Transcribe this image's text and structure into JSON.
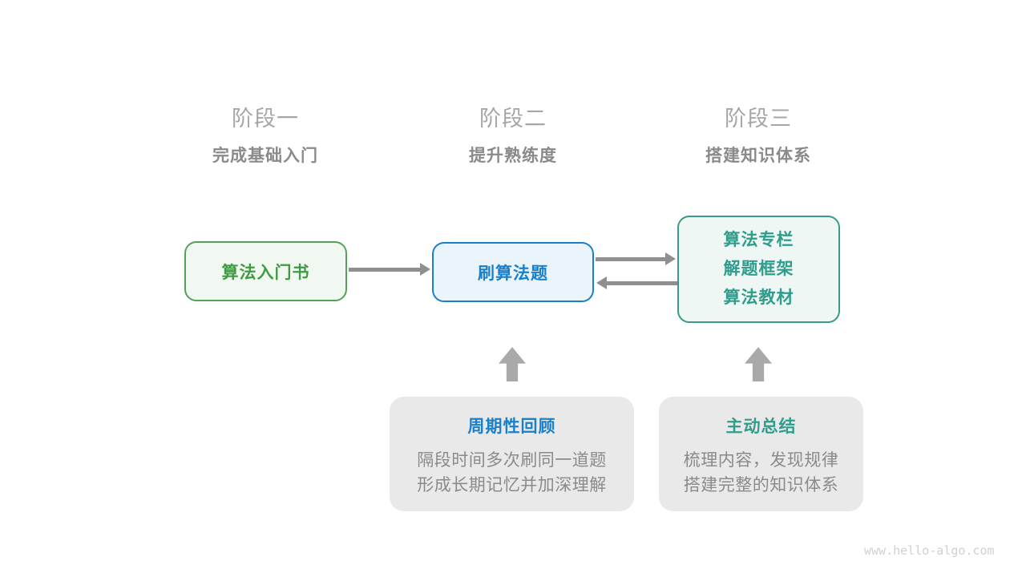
{
  "diagram": {
    "stages": [
      {
        "label": "阶段一",
        "subtitle": "完成基础入门"
      },
      {
        "label": "阶段二",
        "subtitle": "提升熟练度"
      },
      {
        "label": "阶段三",
        "subtitle": "搭建知识体系"
      }
    ],
    "nodes": {
      "intro_book": {
        "label": "算法入门书"
      },
      "practice": {
        "label": "刷算法题"
      },
      "knowledge": {
        "lines": [
          "算法专栏",
          "解题框架",
          "算法教材"
        ]
      }
    },
    "notes": [
      {
        "title": "周期性回顾",
        "lines": [
          "隔段时间多次刷同一道题",
          "形成长期记忆并加深理解"
        ]
      },
      {
        "title": "主动总结",
        "lines": [
          "梳理内容，发现规律",
          "搭建完整的知识体系"
        ]
      }
    ],
    "watermark": "www.hello-algo.com",
    "colors": {
      "green_text": "#3f9b43",
      "green_border": "#56a156",
      "green_bg": "#f1f8f1",
      "blue_text": "#1a80c9",
      "blue_border": "#1a80c9",
      "blue_bg": "#eaf4fb",
      "teal_text": "#2f9c8c",
      "teal_border": "#3a9a8a",
      "teal_bg": "#eef7f3",
      "connector_gray": "#8f8f8f",
      "block_arrow_gray": "#a9a9a9",
      "note_bg": "#e9e9e9",
      "stage_label_gray": "#a6a6a6",
      "body_text_gray": "#8a8a8a",
      "watermark_gray": "#d0d0d0"
    }
  }
}
